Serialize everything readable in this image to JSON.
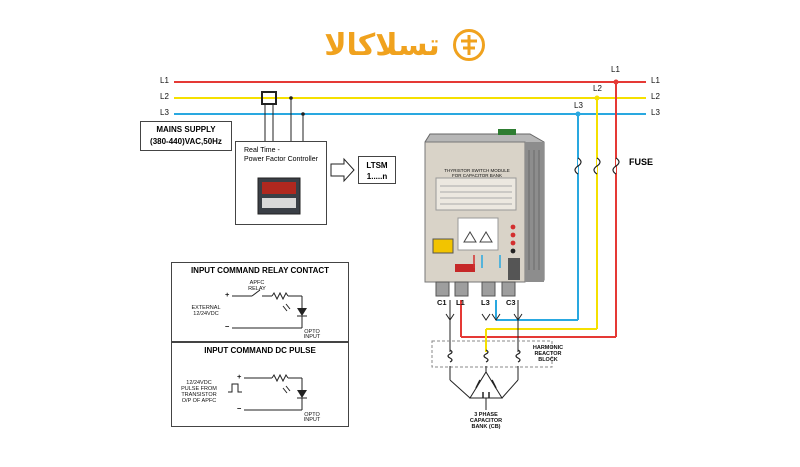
{
  "logo": {
    "text": "تسلاکالا",
    "brand_color": "#f0a21e"
  },
  "lines": {
    "L1": "L1",
    "L2": "L2",
    "L3": "L3",
    "colors": {
      "L1": "#e53935",
      "L2": "#f5e000",
      "L3": "#29a8e0"
    }
  },
  "mains_supply": {
    "line1": "MAINS SUPPLY",
    "line2": "(380-440)VAC,50Hz"
  },
  "controller": {
    "line1": "Real Time -",
    "line2": "Power Factor Controller"
  },
  "ltsm": {
    "line1": "LTSM",
    "line2": "1.....n"
  },
  "fuse_label": "FUSE",
  "module_terminals": [
    "C1",
    "L1",
    "L3",
    "C3"
  ],
  "harmonic": {
    "line1": "HARMONIC",
    "line2": "REACTOR",
    "line3": "BLOCK"
  },
  "capacitor": {
    "line1": "3 PHASE",
    "line2": "CAPACITOR",
    "line3": "BANK (CB)"
  },
  "relay_panel": {
    "title": "INPUT COMMAND RELAY CONTACT",
    "apfc_relay": "APFC RELAY",
    "external_line1": "EXTERNAL",
    "external_line2": "12/24VDC",
    "plus": "+",
    "minus": "−",
    "opto_line1": "OPTO",
    "opto_line2": "INPUT"
  },
  "pulse_panel": {
    "title": "INPUT COMMAND DC PULSE",
    "src_line1": "12/24VDC",
    "src_line2": "PULSE FROM",
    "src_line3": "TRANSISTOR",
    "src_line4": "O/P OF APFC",
    "plus": "+",
    "minus": "−",
    "opto_line1": "OPTO",
    "opto_line2": "INPUT"
  },
  "module_face": {
    "title_line1": "THYRISTOR SWITCH MODULE",
    "title_line2": "FOR CAPACITOR BANK"
  }
}
